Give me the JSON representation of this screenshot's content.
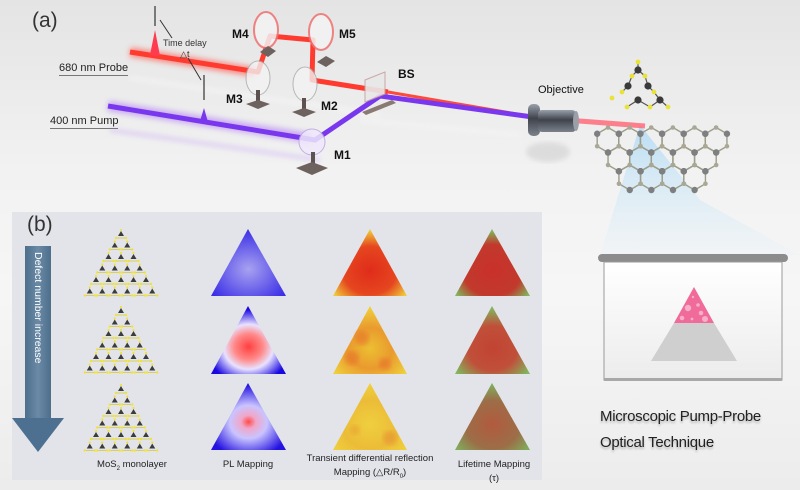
{
  "panel_a": {
    "label": "(a)",
    "probe_label": "680 nm  Probe",
    "pump_label": "400 nm  Pump",
    "time_delay_label": "Time delay",
    "delta_t_label": "△t",
    "mirrors": [
      "M1",
      "M2",
      "M3",
      "M4",
      "M5"
    ],
    "beam_splitter_label": "BS",
    "objective_label": "Objective",
    "colors": {
      "probe": "#ff3b30",
      "pump": "#8a3cf0",
      "light_cone": "#bfe2f7"
    }
  },
  "panel_b": {
    "label": "(b)",
    "arrow_label": "Defect number increase",
    "columns": [
      {
        "caption_main": "MoS",
        "caption_sub": "2",
        "caption_tail": " monolayer"
      },
      {
        "caption": "PL Mapping"
      },
      {
        "caption_line1": "Transient differential reflection",
        "caption_line2_main": "Mapping (△R/R",
        "caption_line2_sub": "0",
        "caption_line2_tail": ")"
      },
      {
        "caption": "Lifetime Mapping  (τ)"
      }
    ],
    "colors": {
      "arrow": "#577a96",
      "pl": "#2a1ee0",
      "tdr": "#e8c234",
      "lifetime": "#7cb25c"
    }
  },
  "screen": {
    "caption_line1": "Microscopic Pump-Probe",
    "caption_line2": "Optical Technique",
    "colors": {
      "top": "#f06a9a",
      "bottom": "#cfcfcf"
    }
  }
}
